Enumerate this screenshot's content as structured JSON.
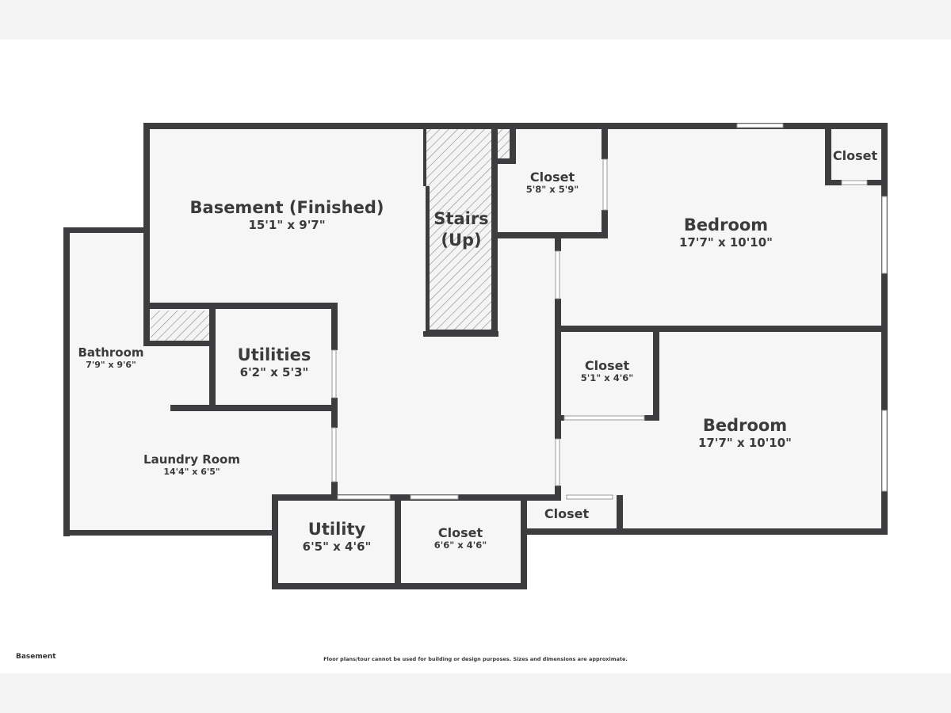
{
  "floor_name": "Basement",
  "disclaimer": "Floor plans/tour cannot be used for building or design purposes. Sizes and dimensions are approximate.",
  "colors": {
    "wall": "#3d3d3f",
    "floor": "#f6f6f6",
    "background": "#f4f4f5"
  },
  "rooms": [
    {
      "name": "Basement (Finished)",
      "dims": "15'1\" x 9'7\""
    },
    {
      "name": "Stairs (Up)",
      "dims": ""
    },
    {
      "name": "Closet",
      "dims": "5'8\" x 5'9\""
    },
    {
      "name": "Closet",
      "dims": ""
    },
    {
      "name": "Bedroom",
      "dims": "17'7\" x 10'10\""
    },
    {
      "name": "Bathroom",
      "dims": "7'9\" x 9'6\""
    },
    {
      "name": "Utilities",
      "dims": "6'2\" x 5'3\""
    },
    {
      "name": "Closet",
      "dims": "5'1\" x 4'6\""
    },
    {
      "name": "Bedroom",
      "dims": "17'7\" x 10'10\""
    },
    {
      "name": "Laundry Room",
      "dims": "14'4\" x 6'5\""
    },
    {
      "name": "Utility",
      "dims": "6'5\" x 4'6\""
    },
    {
      "name": "Closet",
      "dims": "6'6\" x 4'6\""
    },
    {
      "name": "Closet",
      "dims": ""
    }
  ]
}
